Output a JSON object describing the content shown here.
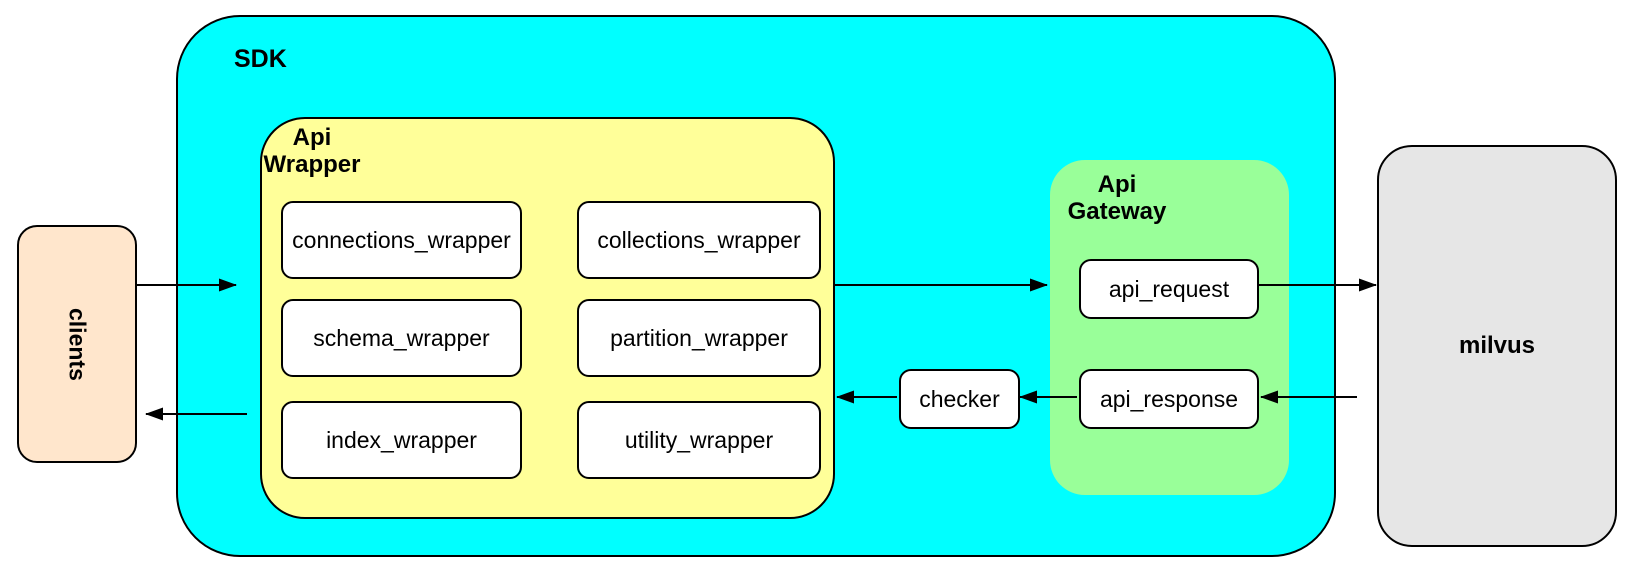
{
  "colors": {
    "canvas_bg": "#FFFFFF",
    "sdk_fill": "#00FFFF",
    "wrapper_fill": "#FFFF99",
    "gateway_fill": "#99FF99",
    "clients_fill": "#FFE6CC",
    "milvus_fill": "#E6E6E6",
    "node_fill": "#FFFFFF",
    "line": "#000000"
  },
  "clients": {
    "label": "clients"
  },
  "sdk": {
    "label": "SDK"
  },
  "api_wrapper": {
    "label": "Api Wrapper",
    "modules": [
      "connections_wrapper",
      "collections_wrapper",
      "schema_wrapper",
      "partition_wrapper",
      "index_wrapper",
      "utility_wrapper"
    ]
  },
  "checker": {
    "label": "checker"
  },
  "api_gateway": {
    "label": "Api Gateway",
    "request": "api_request",
    "response": "api_response"
  },
  "milvus": {
    "label": "milvus"
  },
  "flows": [
    {
      "from": "clients",
      "to": "SDK"
    },
    {
      "from": "Api Wrapper",
      "to": "Api Gateway"
    },
    {
      "from": "api_request",
      "to": "milvus"
    },
    {
      "from": "milvus",
      "to": "api_response"
    },
    {
      "from": "api_response",
      "to": "checker"
    },
    {
      "from": "checker",
      "to": "Api Wrapper"
    },
    {
      "from": "SDK",
      "to": "clients"
    }
  ]
}
